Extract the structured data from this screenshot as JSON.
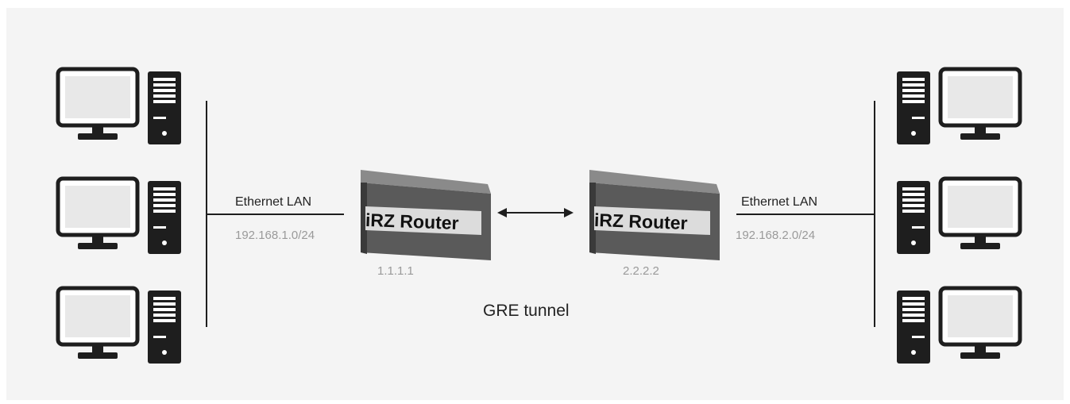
{
  "left_lan": {
    "title": "Ethernet LAN",
    "subnet": "192.168.1.0/24"
  },
  "right_lan": {
    "title": "Ethernet LAN",
    "subnet": "192.168.2.0/24"
  },
  "left_router": {
    "label": "iRZ Router",
    "ip": "1.1.1.1"
  },
  "right_router": {
    "label": "iRZ Router",
    "ip": "2.2.2.2"
  },
  "tunnel_label": "GRE tunnel",
  "colors": {
    "background": "#f4f4f4",
    "device_dark": "#1e1e1e",
    "router_body": "#5a5a5a",
    "label_plate": "#dcdcdc",
    "muted_text": "#9a9a9a"
  },
  "icons": {
    "computer": "desktop-computer-icon",
    "router": "router-icon",
    "link": "double-arrow-icon"
  }
}
